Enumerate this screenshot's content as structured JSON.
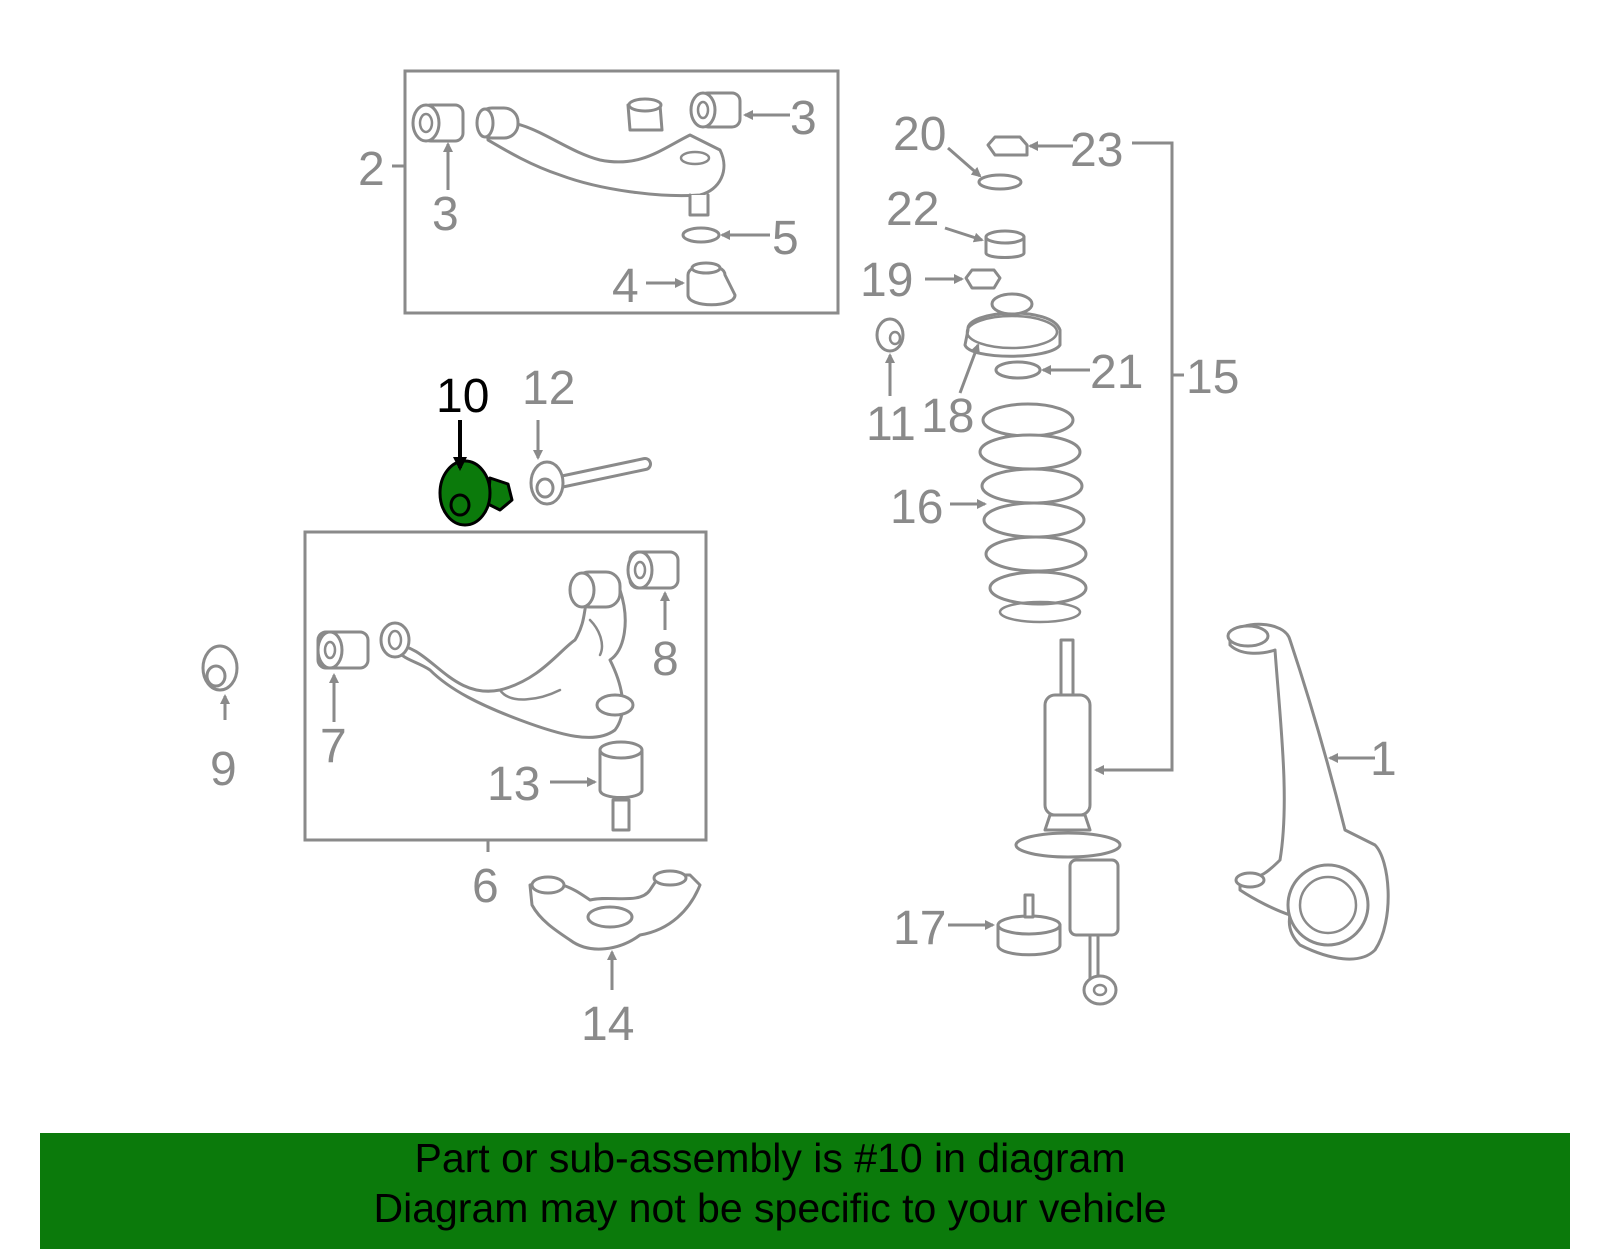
{
  "diagram": {
    "highlight_color": "#0b7a0b",
    "highlighted_part": "10",
    "callouts": {
      "c1": "1",
      "c2": "2",
      "c3a": "3",
      "c3b": "3",
      "c4": "4",
      "c5": "5",
      "c6": "6",
      "c7": "7",
      "c8": "8",
      "c9": "9",
      "c10": "10",
      "c11": "11",
      "c12": "12",
      "c13": "13",
      "c14": "14",
      "c15": "15",
      "c16": "16",
      "c17": "17",
      "c18": "18",
      "c19": "19",
      "c20": "20",
      "c21": "21",
      "c22": "22",
      "c23": "23"
    }
  },
  "banner": {
    "line1": "Part or sub-assembly is #10 in diagram",
    "line2": "Diagram may not be specific to your vehicle",
    "color": "#0b7a0b"
  }
}
